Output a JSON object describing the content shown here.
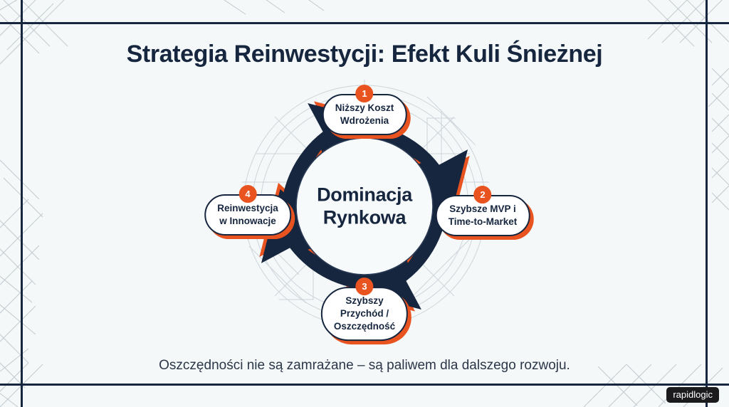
{
  "slide": {
    "title": "Strategia Reinwestycji: Efekt Kuli Śnieżnej",
    "center_line1": "Dominacja",
    "center_line2": "Rynkowa",
    "caption": "Oszczędności nie są zamrażane – są paliwem dla dalszego rozwoju.",
    "logo": "rapidlogic",
    "background_color": "#f4f8f8",
    "frame_color": "#17263f",
    "navy": "#17263f",
    "orange": "#e8531f",
    "white": "#ffffff"
  },
  "nodes": [
    {
      "number": "1",
      "line1": "Niższy Koszt",
      "line2": "Wdrożenia",
      "line3": ""
    },
    {
      "number": "2",
      "line1": "Szybsze MVP i",
      "line2": "Time-to-Market",
      "line3": ""
    },
    {
      "number": "3",
      "line1": "Szybszy",
      "line2": "Przychód /",
      "line3": "Oszczędność"
    },
    {
      "number": "4",
      "line1": "Reinwestycja",
      "line2": "w Innowacje",
      "line3": ""
    }
  ]
}
